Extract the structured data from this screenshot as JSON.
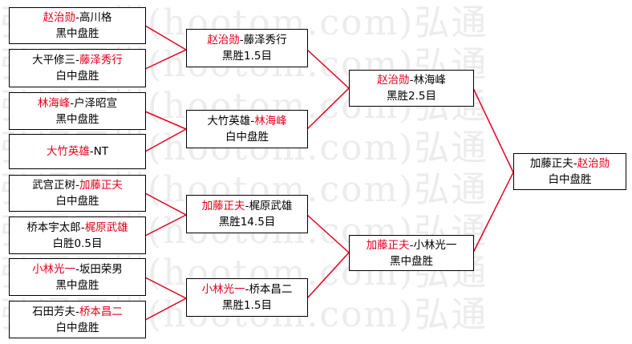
{
  "watermark": {
    "rows": [
      "弘通围棋(hootom.com)弘通",
      "弘通围棋(hootom.com)弘通",
      "弘通围棋(hootom.com)弘通",
      "弘通围棋(hootom.com)弘通",
      "弘通围棋(hootom.com)弘通",
      "弘通围棋(hootom.com)弘通",
      "弘通围棋(hootom.com)弘通",
      "弘通围棋(hootom.com)弘通"
    ]
  },
  "colors": {
    "winner": "#e8001c",
    "line": "#e8001c",
    "border": "#000000"
  },
  "round1": [
    {
      "p1": "赵治勋",
      "p2": "高川格",
      "winner": 1,
      "result": "黑中盘胜"
    },
    {
      "p1": "大平修三",
      "p2": "藤泽秀行",
      "winner": 2,
      "result": "白中盘胜"
    },
    {
      "p1": "林海峰",
      "p2": "户泽昭宣",
      "winner": 1,
      "result": "黑中盘胜"
    },
    {
      "p1": "大竹英雄",
      "p2": "NT",
      "winner": 1,
      "result": ""
    },
    {
      "p1": "武宫正树",
      "p2": "加藤正夫",
      "winner": 2,
      "result": "白中盘胜"
    },
    {
      "p1": "桥本宇太郎",
      "p2": "梶原武雄",
      "winner": 2,
      "result": "白胜0.5目"
    },
    {
      "p1": "小林光一",
      "p2": "坂田荣男",
      "winner": 1,
      "result": "黑中盘胜"
    },
    {
      "p1": "石田芳夫",
      "p2": "桥本昌二",
      "winner": 2,
      "result": "白中盘胜"
    }
  ],
  "round2": [
    {
      "p1": "赵治勋",
      "p2": "藤泽秀行",
      "winner": 1,
      "result": "黑胜1.5目"
    },
    {
      "p1": "大竹英雄",
      "p2": "林海峰",
      "winner": 2,
      "result": "白中盘胜"
    },
    {
      "p1": "加藤正夫",
      "p2": "梶原武雄",
      "winner": 1,
      "result": "黑胜14.5目"
    },
    {
      "p1": "小林光一",
      "p2": "桥本昌二",
      "winner": 1,
      "result": "黑胜1.5目"
    }
  ],
  "round3": [
    {
      "p1": "赵治勋",
      "p2": "林海峰",
      "winner": 1,
      "result": "黑胜2.5目"
    },
    {
      "p1": "加藤正夫",
      "p2": "小林光一",
      "winner": 1,
      "result": "黑中盘胜"
    }
  ],
  "final": [
    {
      "p1": "加藤正夫",
      "p2": "赵治勋",
      "winner": 2,
      "result": "白中盘胜"
    }
  ]
}
